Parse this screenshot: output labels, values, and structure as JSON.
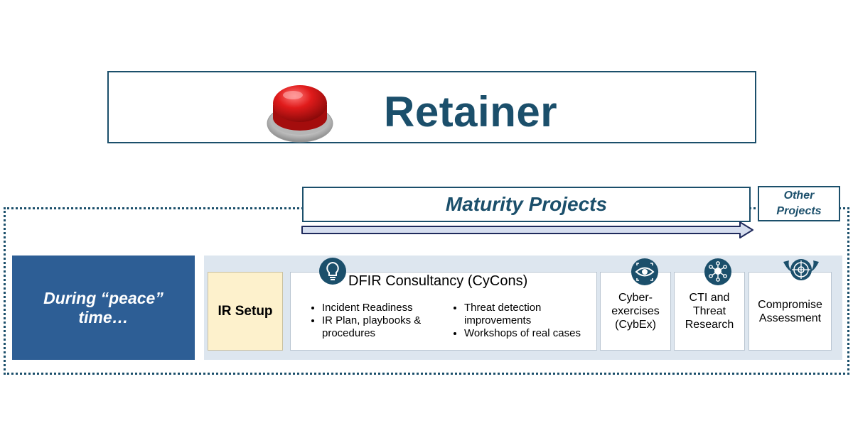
{
  "header": {
    "title": "Retainer",
    "button_icon": "red-push-button-icon"
  },
  "maturity": {
    "label": "Maturity Projects",
    "arrow_icon": "right-arrow-icon"
  },
  "other_projects": {
    "line1": "Other",
    "line2": "Projects"
  },
  "peace_time": {
    "line1": "During “peace”",
    "line2": "time…"
  },
  "services": {
    "ir_setup": "IR Setup",
    "dfir": {
      "title": "DFIR Consultancy (CyCons)",
      "icon": "lightbulb-icon",
      "left_items": [
        "Incident Readiness",
        "IR Plan, playbooks & procedures"
      ],
      "right_items": [
        "Threat detection improvements",
        "Workshops of real cases"
      ]
    },
    "cybex": {
      "lines": [
        "Cyber-",
        "exercises",
        "(CybEx)"
      ],
      "icon": "eye-icon"
    },
    "cti": {
      "lines": [
        "CTI and",
        "Threat",
        "Research"
      ],
      "icon": "network-bulb-icon"
    },
    "compromise": {
      "lines": [
        "Compromise",
        "Assessment"
      ],
      "icon": "winged-target-icon"
    }
  },
  "colors": {
    "navy": "#1b4f6b",
    "peace_blue": "#2d5e95",
    "panel_bg": "#dde6ef",
    "ir_setup_bg": "#fdf1cc",
    "red_button": "#d61f1f"
  }
}
